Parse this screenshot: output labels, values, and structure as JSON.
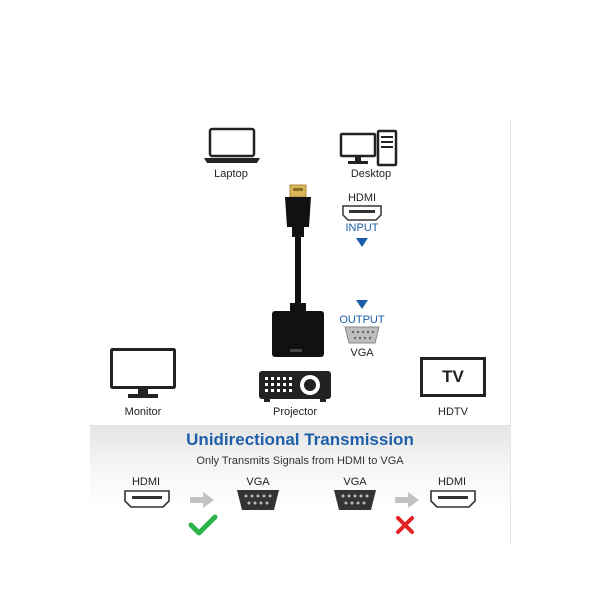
{
  "devices": {
    "laptop": "Laptop",
    "desktop": "Desktop",
    "monitor": "Monitor",
    "projector": "Projector",
    "hdtv": "HDTV",
    "tv_screen_text": "TV"
  },
  "adapter": {
    "input_port": "HDMI",
    "input_label": "INPUT",
    "output_label": "OUTPUT",
    "output_port": "VGA"
  },
  "transmission": {
    "title": "Unidirectional Transmission",
    "subtitle": "Only Transmits Signals from HDMI to VGA",
    "ok_from": "HDMI",
    "ok_to": "VGA",
    "bad_from": "VGA",
    "bad_to": "HDMI"
  },
  "colors": {
    "accent_blue": "#1a5ea8",
    "check_green": "#2db34a",
    "cross_red": "#e02424"
  }
}
